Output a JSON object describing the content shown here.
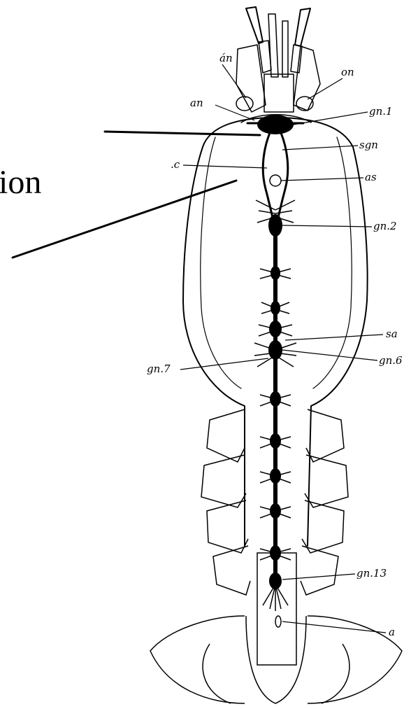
{
  "partial_text": "ion",
  "labels": {
    "an_upper": "án",
    "on": "on",
    "an": "an",
    "gn1": "gn.1",
    "sgn": "sgn",
    "c": ".c",
    "as": "as",
    "gn2": "gn.2",
    "sa": "sa",
    "gn6": "gn.6",
    "gn7": "gn.7",
    "gn13": "gn.13",
    "a": "a"
  }
}
